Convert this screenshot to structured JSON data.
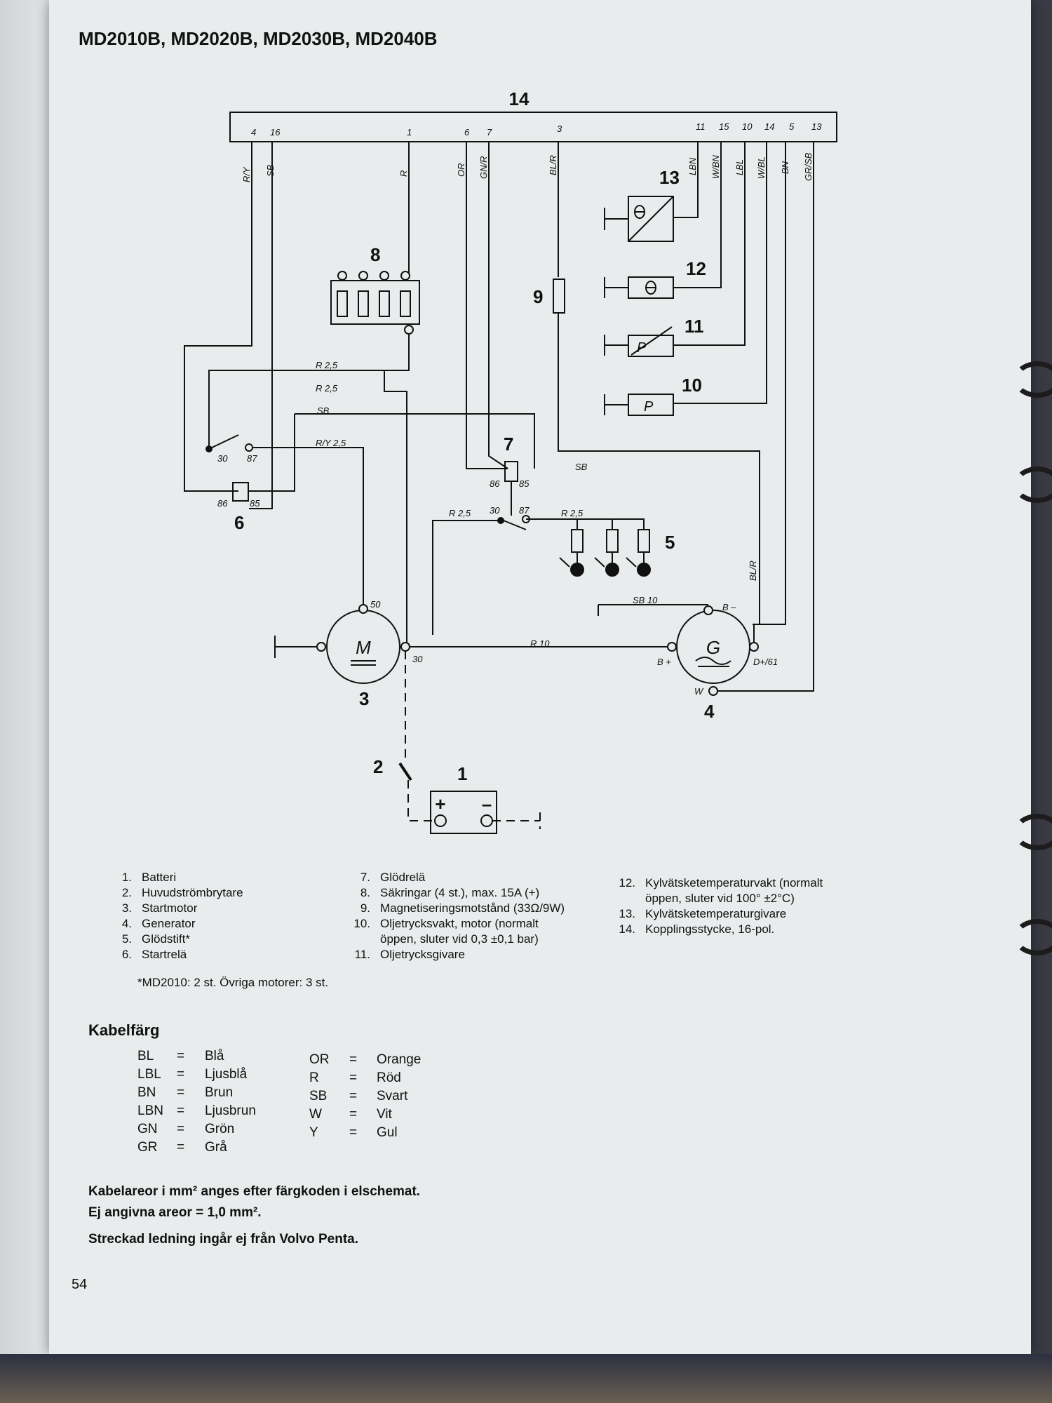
{
  "title": "MD2010B, MD2020B, MD2030B, MD2040B",
  "connector": {
    "number": "14",
    "pins_left": [
      "4",
      "16",
      "1",
      "6",
      "7",
      "3"
    ],
    "pins_right": [
      "11",
      "15",
      "10",
      "14",
      "5",
      "13"
    ]
  },
  "wire_colors": {
    "ry": "R/Y",
    "sb": "SB",
    "r": "R",
    "or": "OR",
    "gnr": "GN/R",
    "blr": "BL/R",
    "lbn": "LBN",
    "wbn": "W/BN",
    "lbl": "LBL",
    "wbl": "W/BL",
    "bn": "BN",
    "grsb": "GR/SB",
    "r25a": "R 2,5",
    "r25b": "R 2,5",
    "sb_a": "SB",
    "ry25": "R/Y 2,5",
    "sb_b": "SB",
    "r25c": "R 2,5",
    "r25d": "R 2,5",
    "sb10": "SB 10",
    "r10": "R 10",
    "blr2": "BL/R"
  },
  "components": {
    "n1": "1",
    "n2": "2",
    "n3": "3",
    "n4": "4",
    "n5": "5",
    "n6": "6",
    "n7": "7",
    "n8": "8",
    "n9": "9",
    "n10": "10",
    "n11": "11",
    "n12": "12",
    "n13": "13"
  },
  "terminals": {
    "t30a": "30",
    "t87a": "87",
    "t86a": "86",
    "t85a": "85",
    "t86b": "86",
    "t85b": "85",
    "t30b": "30",
    "t87b": "87",
    "t50": "50",
    "t30m": "30",
    "bminus": "B –",
    "bplus": "B +",
    "d61": "D+/61",
    "w": "W",
    "motor_symbol": "M",
    "gen_symbol": "G",
    "p1": "P",
    "p2": "P",
    "plus": "+",
    "minus": "–"
  },
  "legend_left": [
    {
      "num": "1.",
      "text": "Batteri"
    },
    {
      "num": "2.",
      "text": "Huvudströmbrytare"
    },
    {
      "num": "3.",
      "text": "Startmotor"
    },
    {
      "num": "4.",
      "text": "Generator"
    },
    {
      "num": "5.",
      "text": "Glödstift*"
    },
    {
      "num": "6.",
      "text": "Startrelä"
    }
  ],
  "legend_mid": [
    {
      "num": "7.",
      "text": "Glödrelä"
    },
    {
      "num": "8.",
      "text": "Säkringar (4 st.), max. 15A (+)"
    },
    {
      "num": "9.",
      "text": "Magnetiseringsmotstånd (33Ω/9W)"
    },
    {
      "num": "10.",
      "text": "Oljetrycksvakt, motor (normalt"
    },
    {
      "num": "",
      "text": "öppen, sluter vid 0,3 ±0,1 bar)"
    },
    {
      "num": "11.",
      "text": "Oljetrycksgivare"
    }
  ],
  "legend_right": [
    {
      "num": "12.",
      "text": "Kylvätsketemperaturvakt (normalt"
    },
    {
      "num": "",
      "text": "öppen, sluter vid 100° ±2°C)"
    },
    {
      "num": "13.",
      "text": "Kylvätsketemperaturgivare"
    },
    {
      "num": "14.",
      "text": "Kopplingsstycke, 16-pol."
    }
  ],
  "footnote": "*MD2010: 2 st. Övriga motorer: 3 st.",
  "kabelfarg_heading": "Kabelfärg",
  "color_codes_left": [
    {
      "code": "BL",
      "eq": "=",
      "name": "Blå"
    },
    {
      "code": "LBL",
      "eq": "=",
      "name": "Ljusblå"
    },
    {
      "code": "BN",
      "eq": "=",
      "name": "Brun"
    },
    {
      "code": "LBN",
      "eq": "=",
      "name": "Ljusbrun"
    },
    {
      "code": "GN",
      "eq": "=",
      "name": "Grön"
    },
    {
      "code": "GR",
      "eq": "=",
      "name": "Grå"
    }
  ],
  "color_codes_right": [
    {
      "code": "OR",
      "eq": "=",
      "name": "Orange"
    },
    {
      "code": "R",
      "eq": "=",
      "name": "Röd"
    },
    {
      "code": "SB",
      "eq": "=",
      "name": "Svart"
    },
    {
      "code": "W",
      "eq": "=",
      "name": "Vit"
    },
    {
      "code": "Y",
      "eq": "=",
      "name": "Gul"
    }
  ],
  "notes": [
    "Kabelareor i mm² anges efter färgkoden i elschemat.",
    "Ej angivna areor = 1,0 mm².",
    "Streckad ledning ingår ej från Volvo Penta."
  ],
  "page_number": "54"
}
